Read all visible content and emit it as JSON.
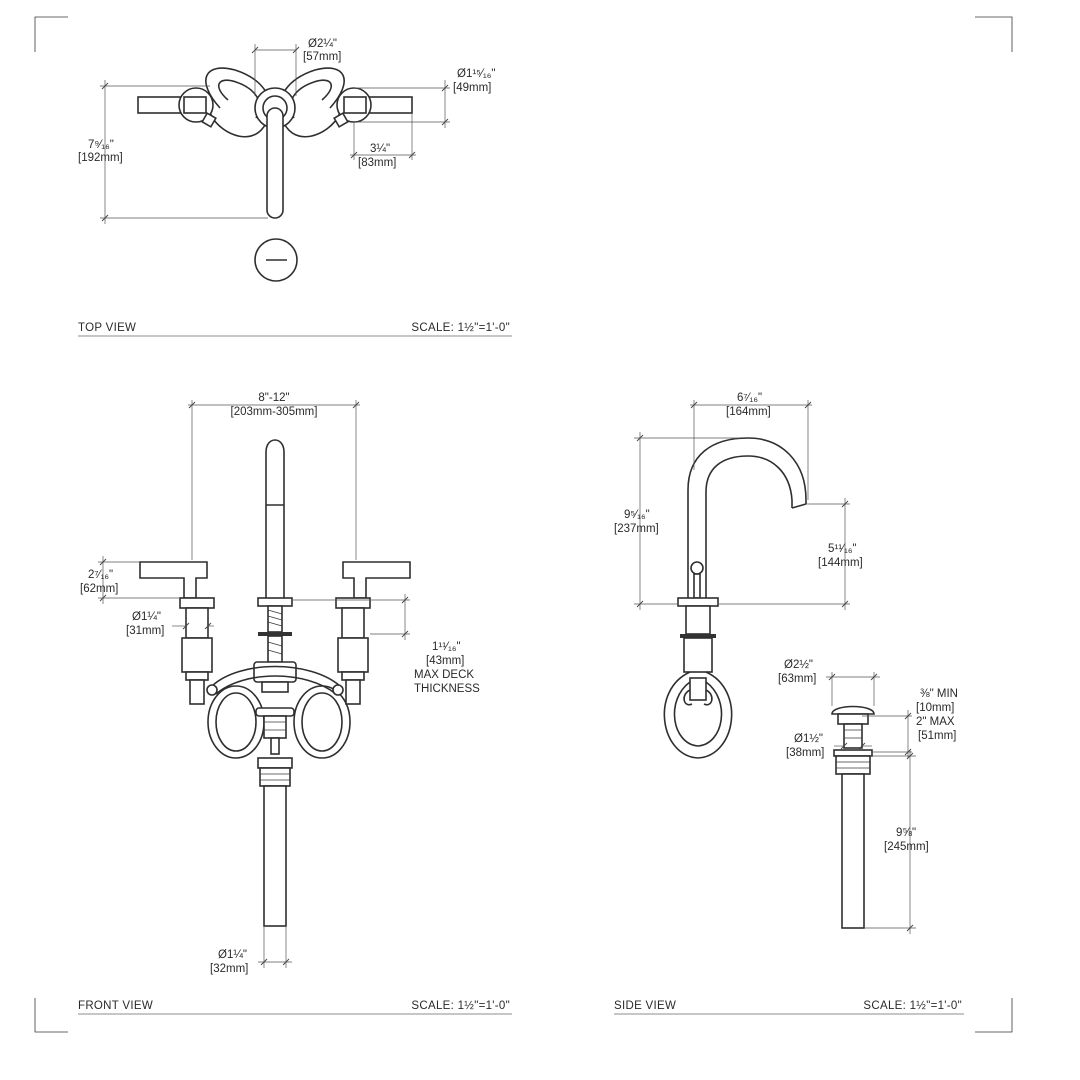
{
  "views": {
    "top": {
      "label": "TOP VIEW",
      "scale": "SCALE: 1½\"=1'-0\""
    },
    "front": {
      "label": "FRONT VIEW",
      "scale": "SCALE: 1½\"=1'-0\""
    },
    "side": {
      "label": "SIDE VIEW",
      "scale": "SCALE: 1½\"=1'-0\""
    }
  },
  "dims": {
    "top_spout_dia_in": "Ø2¼\"",
    "top_spout_dia_mm": "[57mm]",
    "top_handle_dia_in": "Ø1¹⁵⁄₁₆\"",
    "top_handle_dia_mm": "[49mm]",
    "top_reach_in": "7⁹⁄₁₆\"",
    "top_reach_mm": "[192mm]",
    "top_handle_len_in": "3¼\"",
    "top_handle_len_mm": "[83mm]",
    "front_spread_in": "8\"-12\"",
    "front_spread_mm": "[203mm-305mm]",
    "front_handle_h_in": "2⁷⁄₁₆\"",
    "front_handle_h_mm": "[62mm]",
    "front_shank_dia_in": "Ø1¼\"",
    "front_shank_dia_mm": "[31mm]",
    "front_deck_in": "1¹¹⁄₁₆\"",
    "front_deck_mm": "[43mm]",
    "front_deck_note_1": "MAX DECK",
    "front_deck_note_2": "THICKNESS",
    "front_tail_dia_in": "Ø1¼\"",
    "front_tail_dia_mm": "[32mm]",
    "side_reach_in": "6⁷⁄₁₆\"",
    "side_reach_mm": "[164mm]",
    "side_height_in": "9⁵⁄₁₆\"",
    "side_height_mm": "[237mm]",
    "side_outlet_h_in": "5¹¹⁄₁₆\"",
    "side_outlet_h_mm": "[144mm]",
    "drain_cap_dia_in": "Ø2½\"",
    "drain_cap_dia_mm": "[63mm]",
    "drain_min_in": "⅜\" MIN",
    "drain_min_mm": "[10mm]",
    "drain_max_in": "2\" MAX",
    "drain_max_mm": "[51mm]",
    "drain_body_dia_in": "Ø1½\"",
    "drain_body_dia_mm": "[38mm]",
    "drain_len_in": "9⅝\"",
    "drain_len_mm": "[245mm]"
  }
}
